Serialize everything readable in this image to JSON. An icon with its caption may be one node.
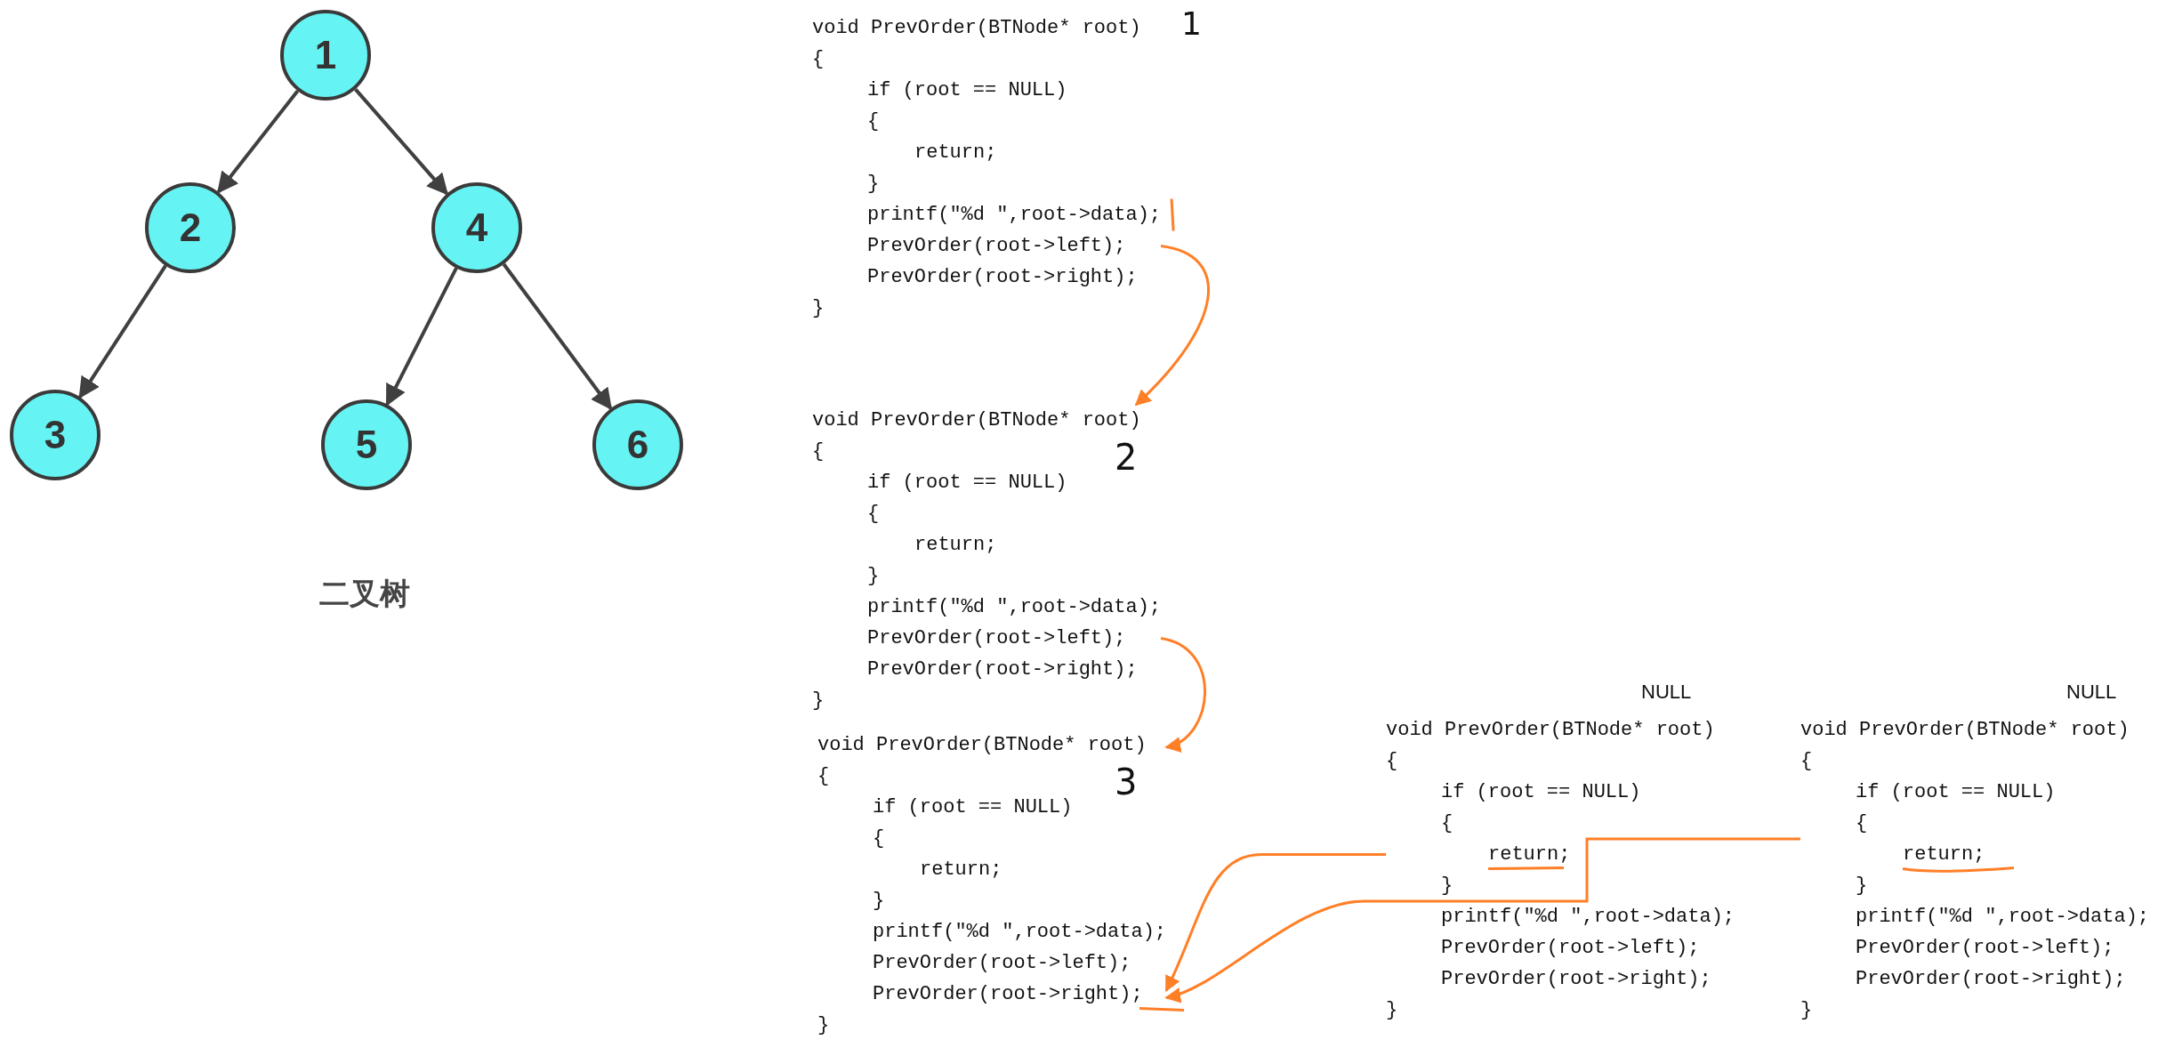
{
  "diagram": {
    "caption": "二叉树",
    "nodes": [
      {
        "text": [
          "1"
        ]
      },
      {
        "text": [
          "2"
        ]
      },
      {
        "text": [
          "4"
        ]
      },
      {
        "text": [
          "3"
        ]
      },
      {
        "text": [
          "5"
        ]
      },
      {
        "text": [
          "6"
        ]
      },
      {
        "text": [
          "void PrevOrder(BTNode* root)",
          "{",
          "if (root == NULL)",
          "{",
          "return;",
          "}",
          "printf(\"%d \",root->data);",
          "PrevOrder(root->left);",
          "PrevOrder(root->right);",
          "}"
        ],
        "beside": [
          "1"
        ]
      },
      {
        "text": [
          "void PrevOrder(BTNode* root)",
          "{",
          "if (root == NULL)",
          "{",
          "return;",
          "}",
          "printf(\"%d \",root->data);",
          "PrevOrder(root->left);",
          "PrevOrder(root->right);",
          "}"
        ],
        "beside": [
          "2"
        ]
      },
      {
        "text": [
          "void PrevOrder(BTNode* root)",
          "{",
          "if (root == NULL)",
          "{",
          "return;",
          "}",
          "printf(\"%d \",root->data);",
          "PrevOrder(root->left);",
          "PrevOrder(root->right);",
          "}"
        ],
        "beside": [
          "3"
        ]
      },
      {
        "text": [
          "void PrevOrder(BTNode* root)",
          "{",
          "if (root == NULL)",
          "{",
          "return;",
          "}",
          "printf(\"%d \",root->data);",
          "PrevOrder(root->left);",
          "PrevOrder(root->right);",
          "}"
        ],
        "beside": [
          "NULL"
        ]
      },
      {
        "text": [
          "void PrevOrder(BTNode* root)",
          "{",
          "if (root == NULL)",
          "{",
          "return;",
          "}",
          "printf(\"%d \",root->data);",
          "PrevOrder(root->left);",
          "PrevOrder(root->right);",
          "}"
        ],
        "beside": [
          "NULL"
        ]
      }
    ],
    "edges": [
      {
        "from": 0,
        "to": 1,
        "arrow": "to"
      },
      {
        "from": 0,
        "to": 2,
        "arrow": "to"
      },
      {
        "from": 1,
        "to": 3,
        "arrow": "to"
      },
      {
        "from": 2,
        "to": 4,
        "arrow": "to"
      },
      {
        "from": 2,
        "to": 5,
        "arrow": "to"
      },
      {
        "from": 6,
        "to": 7,
        "arrow": "to",
        "color": "#ff7f27"
      },
      {
        "from": 7,
        "to": 8,
        "arrow": "to",
        "color": "#ff7f27"
      },
      {
        "from": 9,
        "to": 8,
        "arrow": "to",
        "color": "#ff7f27"
      },
      {
        "from": 10,
        "to": 8,
        "arrow": "to",
        "color": "#ff7f27"
      }
    ]
  }
}
